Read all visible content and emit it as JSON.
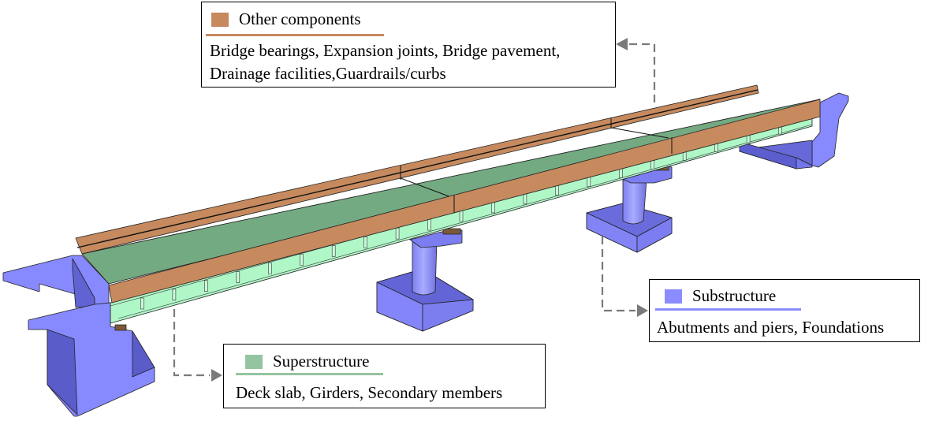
{
  "figure": {
    "type": "bridge component diagram",
    "colors": {
      "other_components": "#c68a5e",
      "superstructure": "#95c4a0",
      "substructure": "#8a8cff",
      "deck_surface": "#74aa82",
      "girder": "#b0f7c8",
      "leader_line": "#7a7a7a"
    }
  },
  "callouts": {
    "other": {
      "title": "Other components",
      "lines": [
        "Bridge bearings, Expansion joints, Bridge pavement,",
        "Drainage facilities,Guardrails/curbs"
      ],
      "color": "#c68a5e"
    },
    "super": {
      "title": "Superstructure",
      "lines": [
        "Deck slab, Girders, Secondary members"
      ],
      "color": "#95c4a0"
    },
    "sub": {
      "title": "Substructure",
      "lines": [
        "Abutments and piers, Foundations"
      ],
      "color": "#8a8cff"
    }
  }
}
